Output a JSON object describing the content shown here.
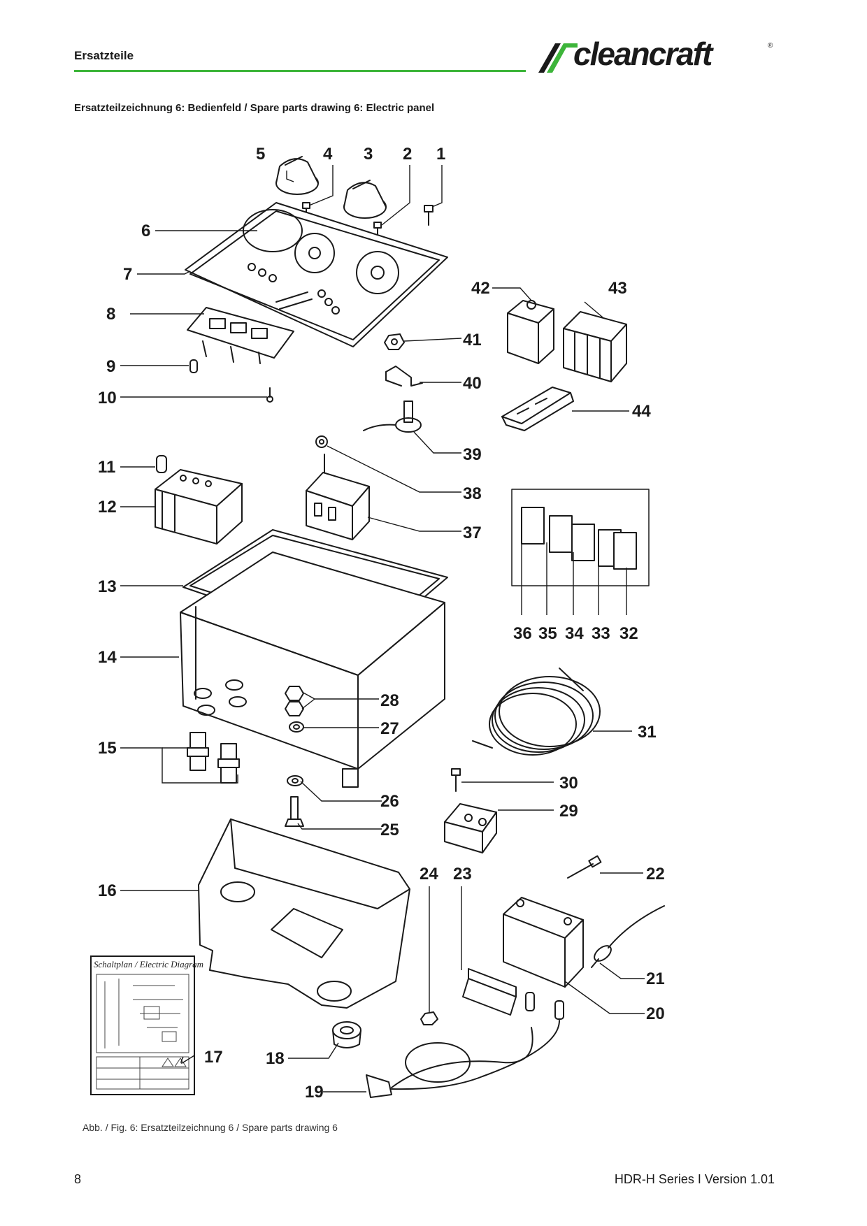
{
  "header": {
    "title": "Ersatzteile"
  },
  "logo": {
    "text": "cleancraft",
    "mark": "®"
  },
  "drawing": {
    "heading": "Ersatzteilzeichnung 6: Bedienfeld / Spare parts drawing 6: Electric panel",
    "schematic_title": "Schaltplan / Electric Diagram",
    "part_labels": [
      "1",
      "2",
      "3",
      "4",
      "5",
      "6",
      "7",
      "8",
      "9",
      "10",
      "11",
      "12",
      "13",
      "14",
      "15",
      "16",
      "17",
      "18",
      "19",
      "20",
      "21",
      "22",
      "23",
      "24",
      "25",
      "26",
      "27",
      "28",
      "29",
      "30",
      "31",
      "32",
      "33",
      "34",
      "35",
      "36",
      "37",
      "38",
      "39",
      "40",
      "41",
      "42",
      "43",
      "44"
    ]
  },
  "caption": "Abb. / Fig. 6: Ersatzteilzeichnung 6 / Spare parts drawing 6",
  "footer": {
    "page_number": "8",
    "document_version": "HDR-H Series I Version 1.01"
  },
  "colors": {
    "accent_green": "#3db53a",
    "ink": "#1a1a1a"
  }
}
